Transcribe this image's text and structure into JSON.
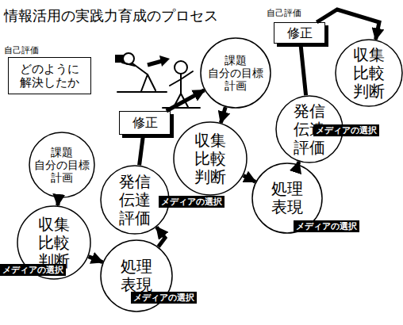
{
  "diagram": {
    "title": "情報活用の実践力育成のプロセス",
    "nodes": [
      {
        "text": [
          "自己評価",
          "どのように 解決したか"
        ]
      },
      {
        "text": [
          "課題 自分の目標 計画"
        ]
      },
      {
        "text": [
          "収集 比較 判断",
          "メディアの選択"
        ]
      },
      {
        "text": [
          "処理 表現",
          "メディアの選択"
        ]
      },
      {
        "text": [
          "発信 伝達 評価",
          "メディアの選択"
        ]
      },
      {
        "text": [
          "修正"
        ]
      },
      {
        "text": [
          "課題 自分の目標 計画"
        ]
      },
      {
        "text": [
          "収集 比較 判断"
        ]
      },
      {
        "text": [
          "処理 表現",
          "メディアの選択"
        ]
      },
      {
        "text": [
          "発信 伝達 評価",
          "メディアの選択"
        ]
      },
      {
        "text": [
          "自己評価",
          "修正"
        ]
      },
      {
        "text": [
          "収集 比較 判断"
        ]
      }
    ],
    "edges": [
      {
        "from": 1,
        "to": 2,
        "arrow": "to"
      },
      {
        "from": 2,
        "to": 3,
        "arrow": "to"
      },
      {
        "from": 3,
        "to": 4,
        "arrow": "to"
      },
      {
        "from": 4,
        "to": 5,
        "arrow": "none"
      },
      {
        "from": 5,
        "to": 6,
        "arrow": "to"
      },
      {
        "from": 6,
        "to": 7,
        "arrow": "to"
      },
      {
        "from": 7,
        "to": 8,
        "arrow": "to"
      },
      {
        "from": 8,
        "to": 9,
        "arrow": "to"
      },
      {
        "from": 9,
        "to": 10,
        "arrow": "none"
      },
      {
        "from": 10,
        "to": 11,
        "arrow": "to"
      }
    ]
  }
}
